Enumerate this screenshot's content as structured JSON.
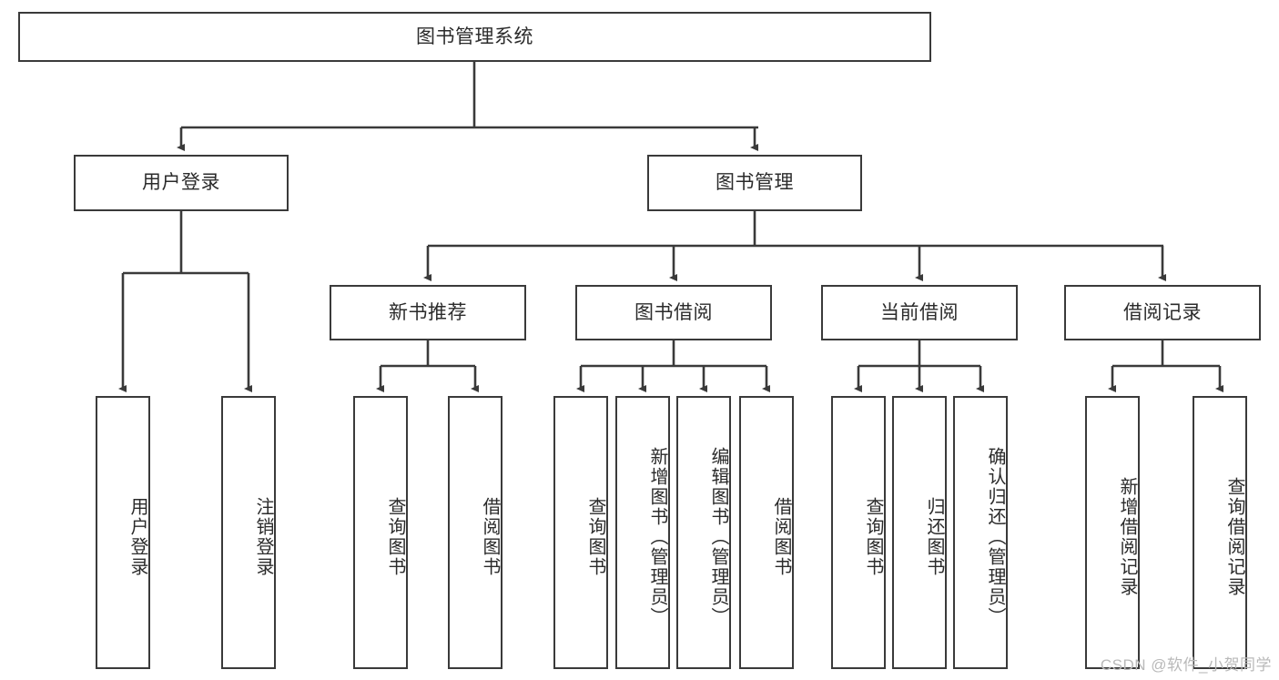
{
  "diagram": {
    "title": "图书管理系统",
    "type": "tree-hierarchy-chart",
    "colors": {
      "node_border": "#3a3a3a",
      "node_fill": "#ffffff",
      "edge": "#3a3a3a",
      "text": "#2b2b2b",
      "watermark": "#b9b9b9",
      "background": "#ffffff"
    }
  },
  "root": {
    "label": "图书管理系统"
  },
  "level2": [
    {
      "id": "user-login",
      "label": "用户登录"
    },
    {
      "id": "book-management",
      "label": "图书管理"
    }
  ],
  "level3": [
    {
      "id": "new-book-recommend",
      "label": "新书推荐"
    },
    {
      "id": "book-borrow",
      "label": "图书借阅"
    },
    {
      "id": "current-borrow",
      "label": "当前借阅"
    },
    {
      "id": "borrow-record",
      "label": "借阅记录"
    }
  ],
  "leaves": {
    "user_login": [
      {
        "id": "leaf-user-login",
        "label": "用户登录"
      },
      {
        "id": "leaf-logout-login",
        "label": "注销登录"
      }
    ],
    "new_book_recommend": [
      {
        "id": "leaf-query-book-1",
        "label": "查询图书"
      },
      {
        "id": "leaf-borrow-book-1",
        "label": "借阅图书"
      }
    ],
    "book_borrow": [
      {
        "id": "leaf-query-book-2",
        "label": "查询图书"
      },
      {
        "id": "leaf-add-book",
        "label": "新增图书（管理员）"
      },
      {
        "id": "leaf-edit-book",
        "label": "编辑图书（管理员）"
      },
      {
        "id": "leaf-borrow-book-2",
        "label": "借阅图书"
      }
    ],
    "current_borrow": [
      {
        "id": "leaf-query-book-3",
        "label": "查询图书"
      },
      {
        "id": "leaf-return-book",
        "label": "归还图书"
      },
      {
        "id": "leaf-confirm-return",
        "label": "确认归还（管理员）"
      }
    ],
    "borrow_record": [
      {
        "id": "leaf-add-record",
        "label": "新增借阅记录"
      },
      {
        "id": "leaf-query-record",
        "label": "查询借阅记录"
      }
    ]
  },
  "watermark": {
    "text": "CSDN @软件_小贺同学"
  }
}
